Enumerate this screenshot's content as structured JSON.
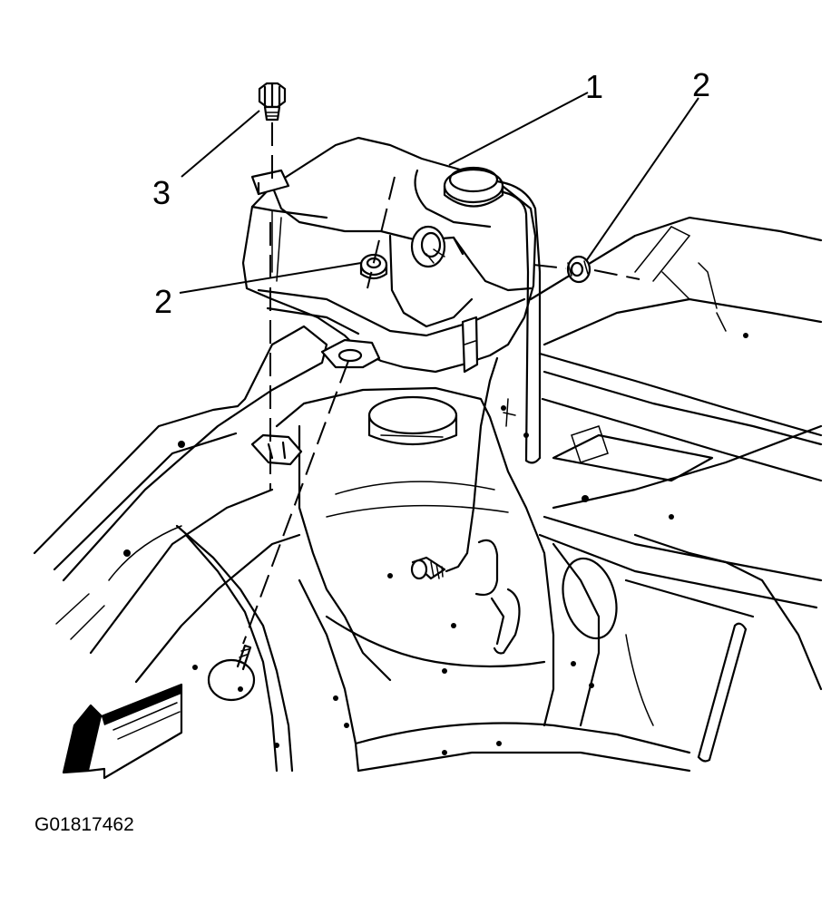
{
  "figure": {
    "id_label": "G01817462",
    "callouts": [
      {
        "key": "c1",
        "text": "1"
      },
      {
        "key": "c2a",
        "text": "2"
      },
      {
        "key": "c2b",
        "text": "2"
      },
      {
        "key": "c3",
        "text": "3"
      }
    ]
  },
  "colors": {
    "line": "#000000",
    "background": "#ffffff"
  }
}
